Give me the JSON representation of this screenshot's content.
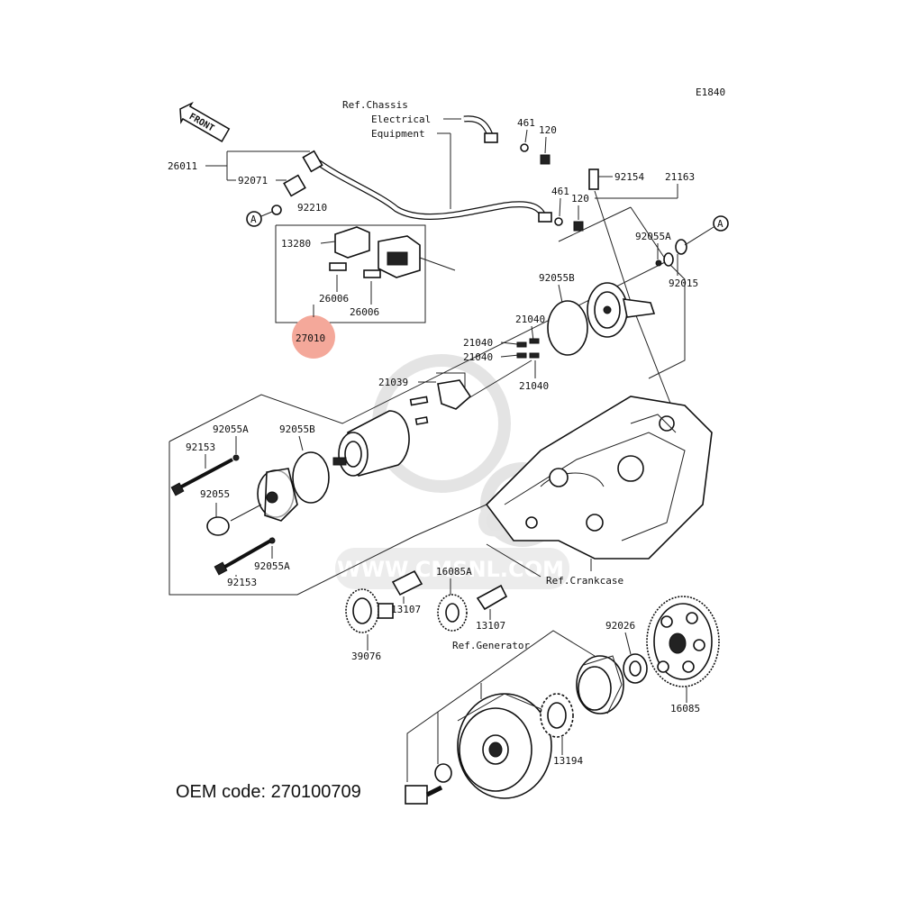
{
  "diagram": {
    "code": "E1840",
    "front_label": "FRONT",
    "ref_chassis": [
      "Ref.Chassis",
      "Electrical",
      "Equipment"
    ],
    "ref_crankcase": "Ref.Crankcase",
    "ref_generator": "Ref.Generator",
    "watermark_url": "WWW.CMSNL.COM",
    "watermark_logo": "CMS",
    "highlight_color": "#f4a89a",
    "parts": {
      "p26011": "26011",
      "p92071": "92071",
      "p92210": "92210",
      "circleA1": "A",
      "circleA2": "A",
      "p461a": "461",
      "p120a": "120",
      "p461b": "461",
      "p120b": "120",
      "p92154": "92154",
      "p21163": "21163",
      "p13280": "13280",
      "p26006a": "26006",
      "p26006b": "26006",
      "p27010": "27010",
      "p92055A_top": "92055A",
      "p92015": "92015",
      "p92055B_top": "92055B",
      "p21040a": "21040",
      "p21040b": "21040",
      "p21040c": "21040",
      "p21040d": "21040",
      "p21039": "21039",
      "p92055A_left": "92055A",
      "p92055B_left": "92055B",
      "p92153a": "92153",
      "p92055": "92055",
      "p92055A_low": "92055A",
      "p92153b": "92153",
      "p16085A": "16085A",
      "p13107a": "13107",
      "p13107b": "13107",
      "p39076": "39076",
      "p92026": "92026",
      "p16085": "16085",
      "p13194": "13194"
    }
  },
  "caption": {
    "oem": "OEM code: 270100709"
  }
}
